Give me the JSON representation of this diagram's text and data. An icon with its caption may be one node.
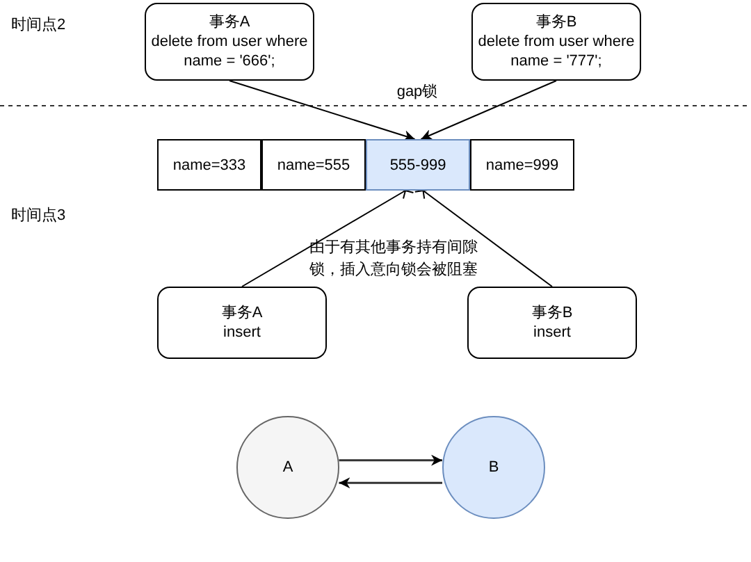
{
  "diagram": {
    "nodes": [
      {
        "text": [
          "事务A",
          "delete from user where name = '666';"
        ]
      },
      {
        "text": [
          "事务B",
          "delete from user where name = '777';"
        ]
      },
      {
        "text": [
          "name=333"
        ]
      },
      {
        "text": [
          "name=555"
        ]
      },
      {
        "text": [
          "555-999"
        ]
      },
      {
        "text": [
          "name=999"
        ]
      },
      {
        "text": [
          "事务A",
          "insert"
        ]
      },
      {
        "text": [
          "事务B",
          "insert"
        ]
      },
      {
        "text": [
          "A"
        ]
      },
      {
        "text": [
          "B"
        ]
      }
    ],
    "edges": [
      {
        "from": 0,
        "to": 4,
        "arrow": "to"
      },
      {
        "from": 1,
        "to": 4,
        "arrow": "to"
      },
      {
        "from": 6,
        "to": 4,
        "arrow": "other"
      },
      {
        "from": 7,
        "to": 4,
        "arrow": "other"
      },
      {
        "from": 8,
        "to": 9,
        "arrow": "to"
      },
      {
        "from": 9,
        "to": 8,
        "arrow": "to"
      }
    ],
    "labels": [
      "时间点2",
      "gap锁",
      "时间点3",
      "由于有其他事务持有间隙锁，插入意向锁会被阻塞"
    ]
  }
}
